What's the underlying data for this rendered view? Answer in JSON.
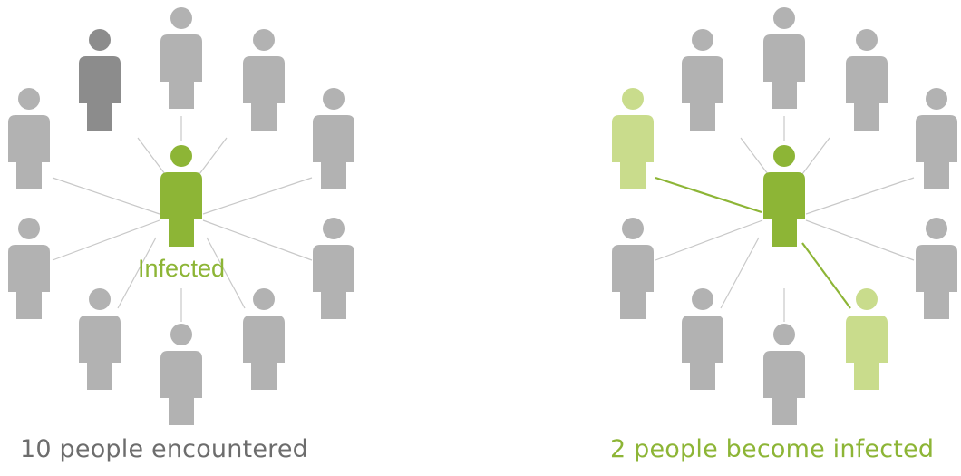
{
  "left_panel": {
    "center_label": "Infected",
    "caption": "10 people encountered",
    "people": [
      {
        "role": "contact",
        "state": "dark"
      },
      {
        "role": "contact",
        "state": "healthy"
      },
      {
        "role": "contact",
        "state": "healthy"
      },
      {
        "role": "contact",
        "state": "healthy"
      },
      {
        "role": "contact",
        "state": "healthy"
      },
      {
        "role": "contact",
        "state": "healthy"
      },
      {
        "role": "contact",
        "state": "healthy"
      },
      {
        "role": "contact",
        "state": "healthy"
      },
      {
        "role": "contact",
        "state": "healthy"
      },
      {
        "role": "contact",
        "state": "healthy"
      }
    ]
  },
  "right_panel": {
    "caption": "2 people become infected",
    "people": [
      {
        "role": "contact",
        "state": "healthy"
      },
      {
        "role": "contact",
        "state": "healthy"
      },
      {
        "role": "contact",
        "state": "healthy"
      },
      {
        "role": "contact",
        "state": "newly-infected"
      },
      {
        "role": "contact",
        "state": "healthy"
      },
      {
        "role": "contact",
        "state": "healthy"
      },
      {
        "role": "contact",
        "state": "healthy"
      },
      {
        "role": "contact",
        "state": "healthy"
      },
      {
        "role": "contact",
        "state": "healthy"
      },
      {
        "role": "contact",
        "state": "newly-infected"
      }
    ]
  },
  "colors": {
    "infected": "#8db536",
    "newly_infected": "#c9dc8c",
    "healthy": "#b2b2b2",
    "dark": "#8c8c8c",
    "line": "#c8c8c8",
    "infected_line": "#8db536",
    "left_caption": "#6d6d6d",
    "right_caption": "#8db536"
  }
}
